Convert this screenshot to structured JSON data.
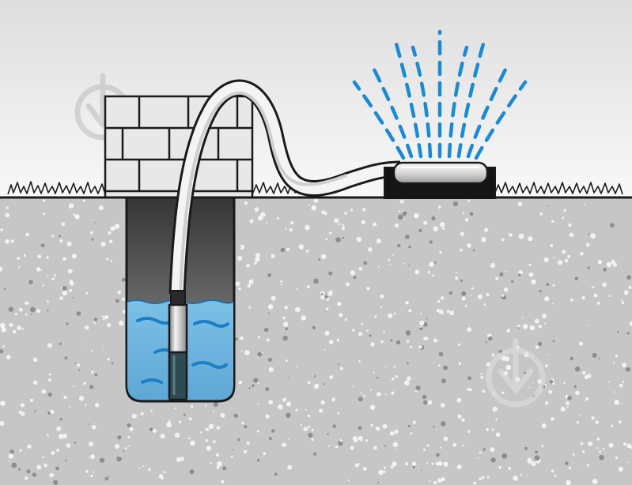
{
  "diagram": {
    "elements": [
      "sky",
      "brick-wall",
      "grass",
      "ground",
      "well-shaft",
      "water",
      "submersible-pump",
      "hose",
      "sprinkler",
      "water-spray",
      "watermark-logo"
    ],
    "colors": {
      "sky_top": "#e2e2e2",
      "sky_bottom": "#f7f7f7",
      "wall": "#e6e6e6",
      "ground": "#c4c4c4",
      "speckle": "#f2f2f2",
      "well_dark": "#3c3c3c",
      "water": "#6fb4dc",
      "water_line": "#1a7fc4",
      "spray": "#1a8ad4",
      "outline": "#1a1a1a",
      "watermark": "#bdbdbd"
    }
  }
}
